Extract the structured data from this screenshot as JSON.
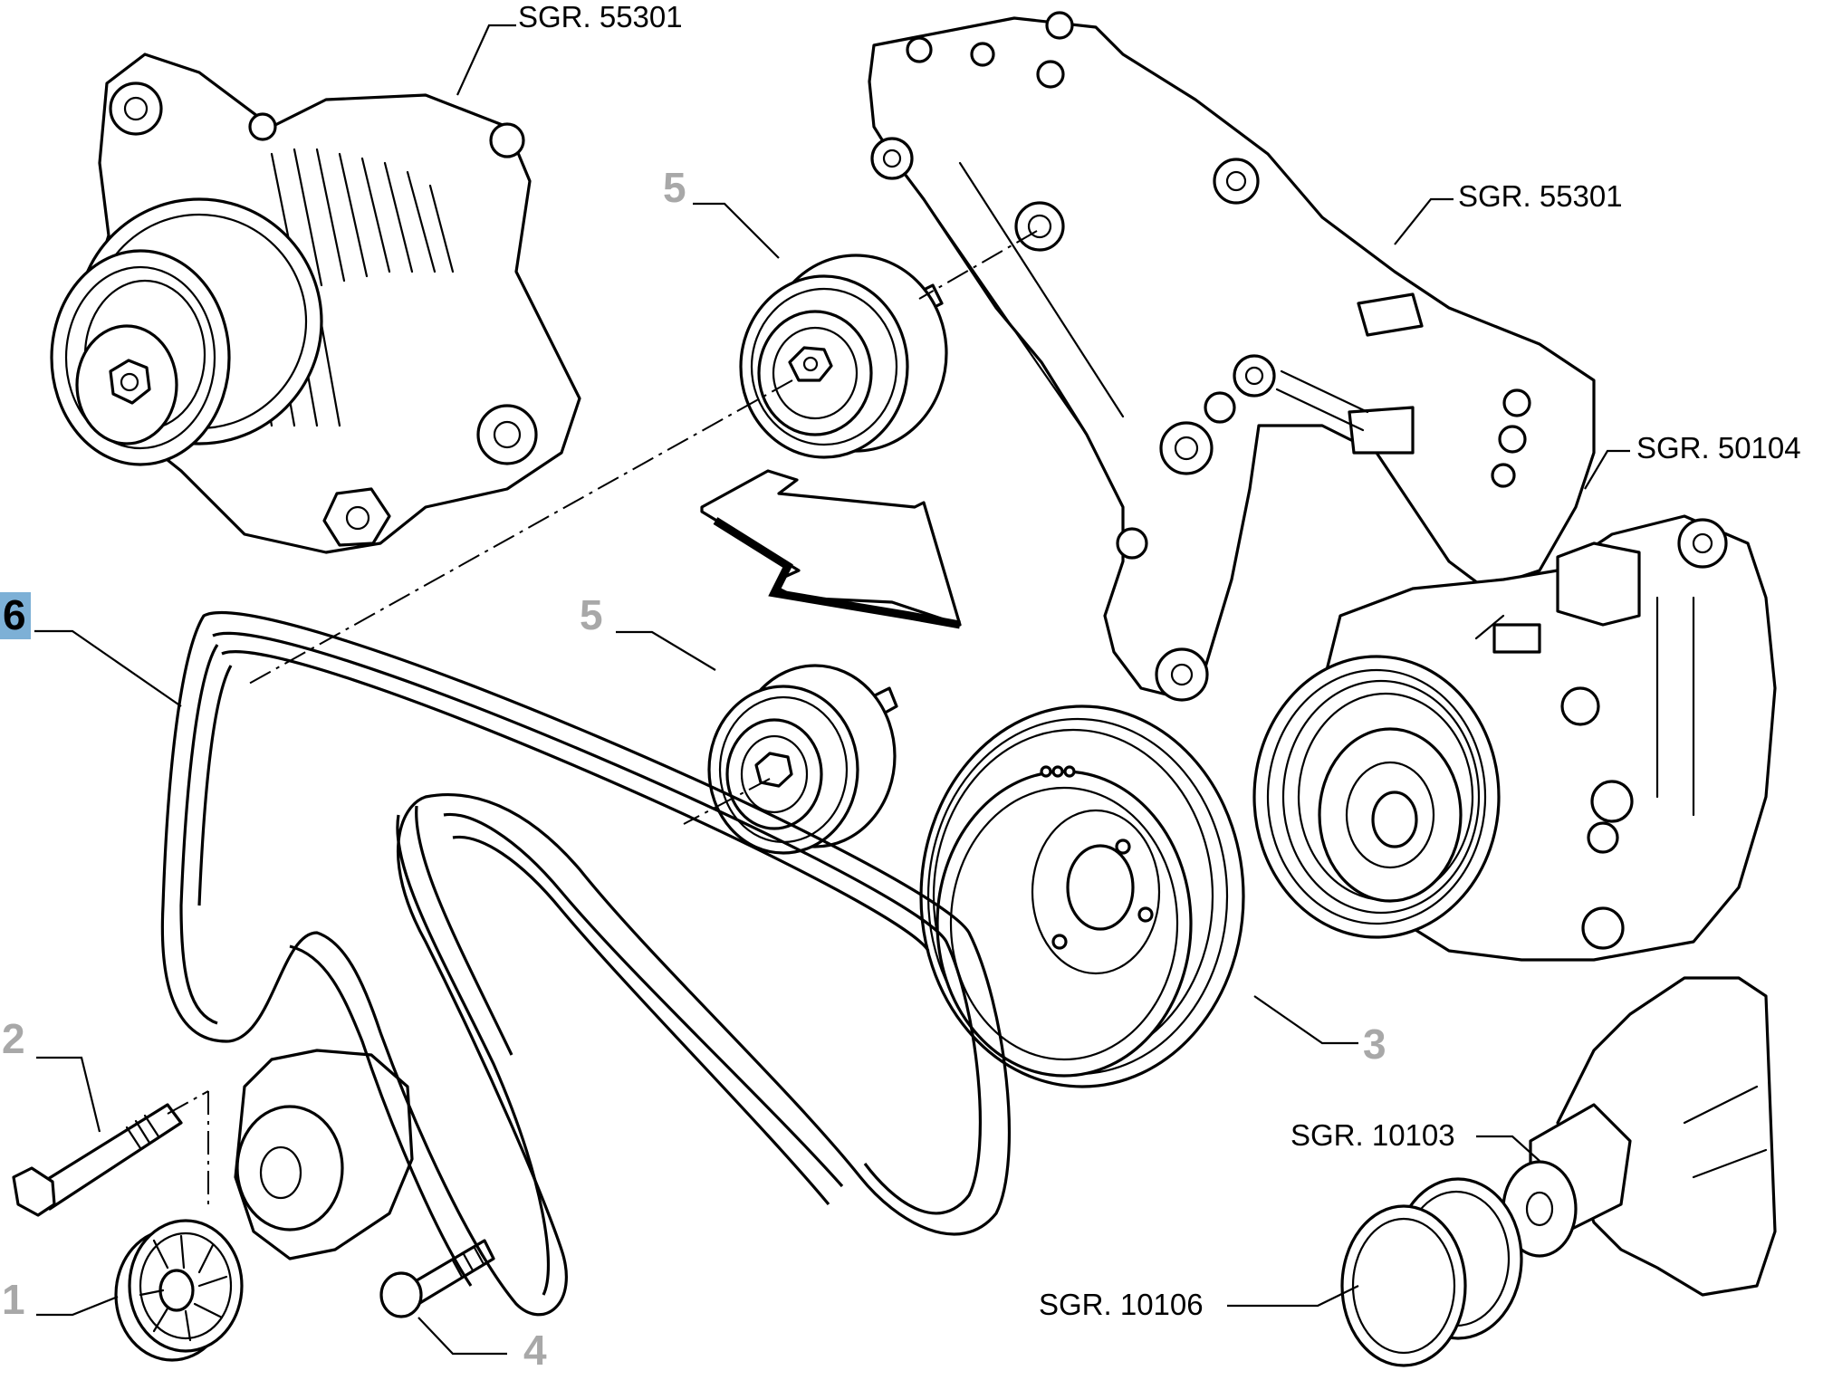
{
  "diagram": {
    "references": {
      "alternator": "SGR. 55301",
      "bracket": "SGR. 55301",
      "compressor": "SGR. 50104",
      "crankshaft": "SGR. 10103",
      "timing_gear": "SGR. 10106"
    },
    "callouts": {
      "c1": "1",
      "c2": "2",
      "c3": "3",
      "c4": "4",
      "c5a": "5",
      "c5b": "5",
      "c6": "6"
    },
    "highlight_color": "#7db0d6",
    "callout_color": "#a8a8a8"
  }
}
